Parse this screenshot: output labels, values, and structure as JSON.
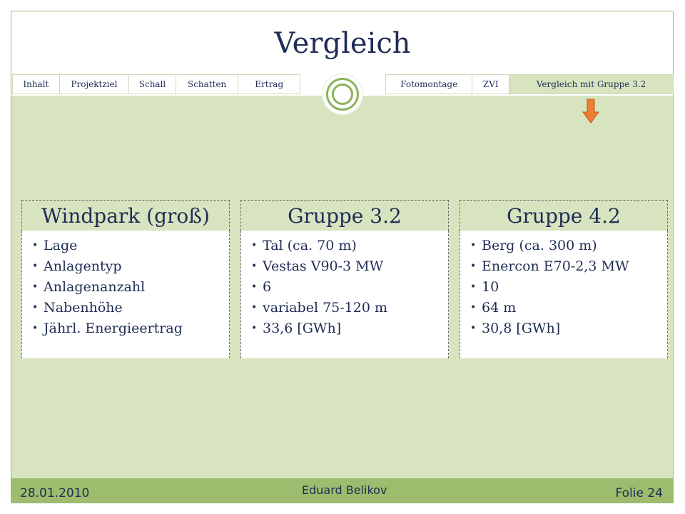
{
  "title": "Vergleich",
  "nav": {
    "left": [
      {
        "label": "Inhalt"
      },
      {
        "label": "Projektziel"
      },
      {
        "label": "Schall"
      },
      {
        "label": "Schatten"
      },
      {
        "label": "Ertrag"
      }
    ],
    "right": [
      {
        "label": "Fotomontage"
      },
      {
        "label": "ZVI"
      },
      {
        "label": "Vergleich mit Gruppe 3.2",
        "active": true
      }
    ]
  },
  "cards": [
    {
      "title": "Windpark (groß)",
      "items": [
        "Lage",
        "Anlagentyp",
        "Anlagenanzahl",
        "Nabenhöhe",
        "Jährl. Energieertrag"
      ]
    },
    {
      "title": "Gruppe 3.2",
      "items": [
        "Tal (ca. 70 m)",
        "Vestas V90-3 MW",
        "6",
        "variabel 75-120 m",
        "33,6 [GWh]"
      ]
    },
    {
      "title": "Gruppe 4.2",
      "items": [
        "Berg (ca. 300 m)",
        "Enercon E70-2,3 MW",
        "10",
        "64 m",
        "30,8 [GWh]"
      ]
    }
  ],
  "footer": {
    "date": "28.01.2010",
    "author": "Eduard Belikov",
    "slide": "Folie 24"
  },
  "colors": {
    "accent_green": "#8bb35a",
    "content_bg": "#d8e4bf",
    "footer_bg": "#9dbc6e",
    "text_navy": "#1f2d55",
    "arrow_orange": "#ed7d31"
  },
  "icons": {
    "arrow": "down-arrow-icon",
    "circle": "circle-emblem-icon"
  }
}
